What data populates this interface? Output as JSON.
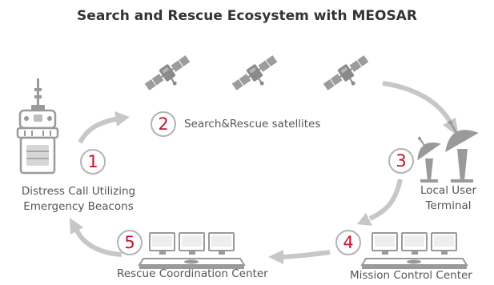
{
  "title": "Search and Rescue Ecosystem with MEOSAR",
  "accent_color": "#c8102e",
  "icon_color": "#999999",
  "arrow_color": "#c7c7c7",
  "steps": [
    {
      "number": "1",
      "label_line1": "Distress Call Utilizing",
      "label_line2": "Emergency Beacons",
      "icon": "emergency-beacon-icon"
    },
    {
      "number": "2",
      "label_line1": "Search&Rescue satellites",
      "icon": "satellite-icon"
    },
    {
      "number": "3",
      "label_line1": "Local User",
      "label_line2": "Terminal",
      "icon": "satellite-dish-icon"
    },
    {
      "number": "4",
      "label_line1": "Mission Control Center",
      "icon": "control-console-icon"
    },
    {
      "number": "5",
      "label_line1": "Rescue Coordination Center",
      "icon": "control-console-icon"
    }
  ]
}
